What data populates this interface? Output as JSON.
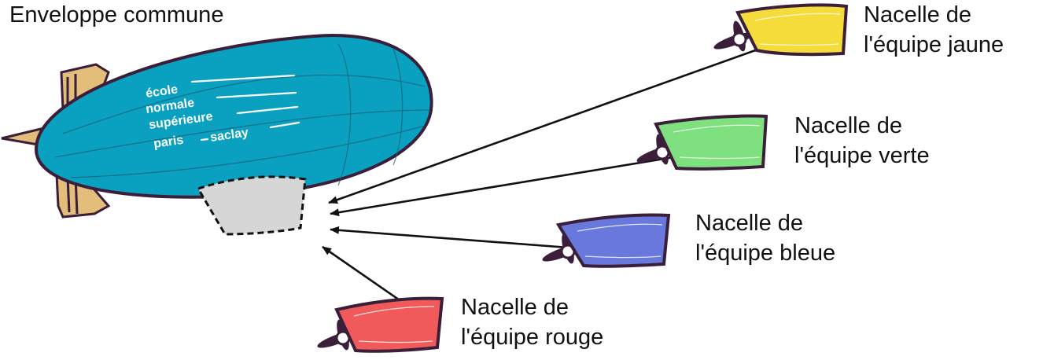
{
  "title": "Enveloppe commune",
  "logo_lines": [
    "école",
    "normale",
    "supérieure",
    "paris",
    "saclay"
  ],
  "colors": {
    "envelope": "#0aa0bf",
    "outline": "#3a1e3a",
    "fins": "#e3bd7a",
    "shared_gondola": "#d6d6d6",
    "arrow": "#111111"
  },
  "gondolas": [
    {
      "id": "jaune",
      "line1": "Nacelle de",
      "line2": "l'équipe jaune",
      "color": "#f4dc3a"
    },
    {
      "id": "verte",
      "line1": "Nacelle de",
      "line2": "l'équipe verte",
      "color": "#7ee07e"
    },
    {
      "id": "bleue",
      "line1": "Nacelle de",
      "line2": "l'équipe bleue",
      "color": "#6878dc"
    },
    {
      "id": "rouge",
      "line1": "Nacelle de",
      "line2": "l'équipe rouge",
      "color": "#f05a5a"
    }
  ]
}
